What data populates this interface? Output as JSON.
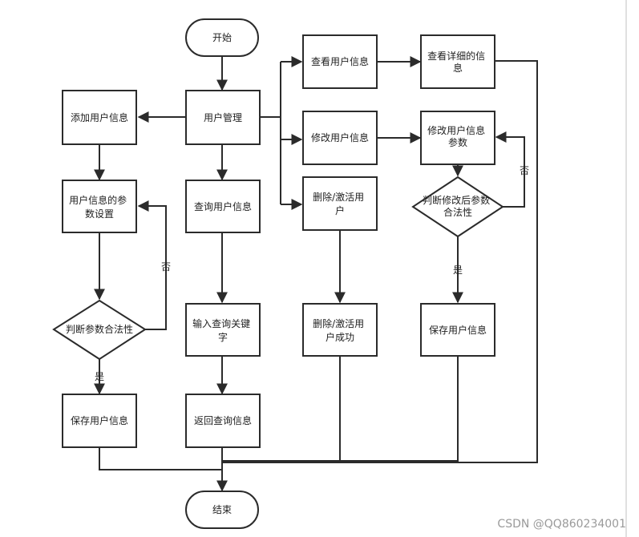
{
  "nodes": {
    "start": [
      "开始"
    ],
    "user_mgmt": [
      "用户管理"
    ],
    "add_user": [
      "添加用户信息"
    ],
    "user_params": [
      "用户信息的参",
      "数设置"
    ],
    "check_params": [
      "判断参数合法性"
    ],
    "save_left": [
      "保存用户信息"
    ],
    "query_user": [
      "查询用户信息"
    ],
    "input_keyword": [
      "输入查询关键",
      "字"
    ],
    "return_query": [
      "返回查询信息"
    ],
    "view_user": [
      "查看用户信息"
    ],
    "view_detail": [
      "查看详细的信",
      "息"
    ],
    "modify_user": [
      "修改用户信息"
    ],
    "modify_params": [
      "修改用户信息",
      "参数"
    ],
    "check_modify": [
      "判断修改后参数",
      "合法性"
    ],
    "save_right": [
      "保存用户信息"
    ],
    "delete_user": [
      "删除/激活用",
      "户"
    ],
    "delete_success": [
      "删除/激活用",
      "户成功"
    ],
    "end": [
      "结束"
    ]
  },
  "edge_labels": {
    "no_left": "否",
    "yes_left": "是",
    "no_right": "否",
    "yes_right": "是"
  },
  "watermark": "CSDN @QQ860234001",
  "colors": {
    "stroke": "#2b2b2b",
    "text": "#222222",
    "background": "#ffffff"
  }
}
